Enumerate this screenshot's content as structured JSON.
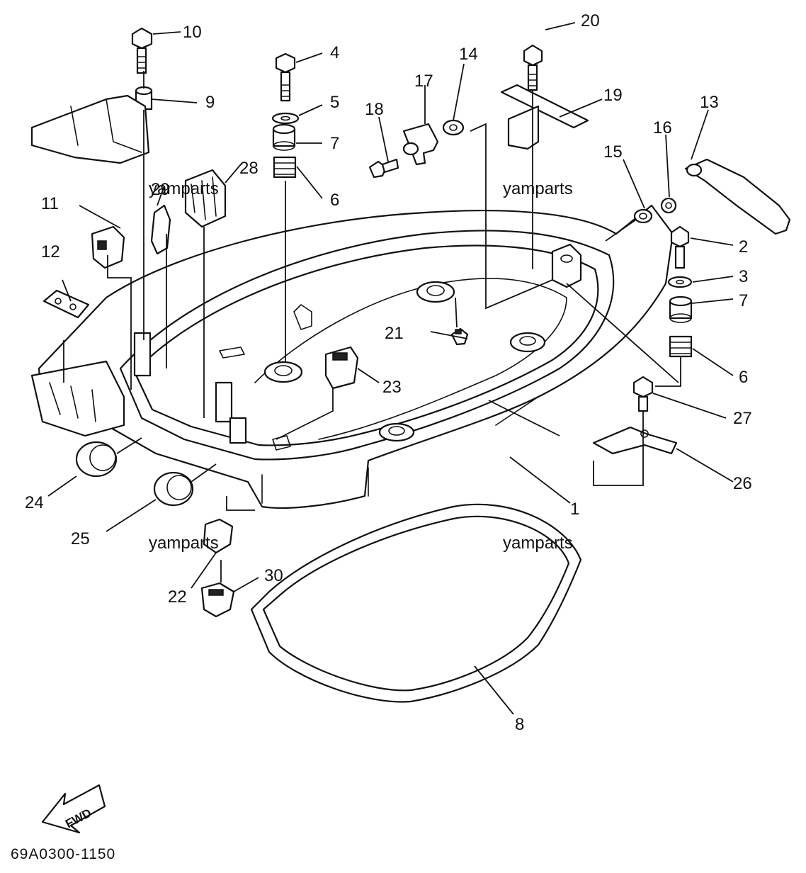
{
  "diagram": {
    "drawing_code": "69A0300-1150",
    "direction_label": "FWD",
    "watermark": "yamparts",
    "callouts": [
      {
        "id": "c1",
        "label": "1"
      },
      {
        "id": "c2",
        "label": "2"
      },
      {
        "id": "c3",
        "label": "3"
      },
      {
        "id": "c4",
        "label": "4"
      },
      {
        "id": "c5",
        "label": "5"
      },
      {
        "id": "c6a",
        "label": "6"
      },
      {
        "id": "c6b",
        "label": "6"
      },
      {
        "id": "c7a",
        "label": "7"
      },
      {
        "id": "c7b",
        "label": "7"
      },
      {
        "id": "c8",
        "label": "8"
      },
      {
        "id": "c9",
        "label": "9"
      },
      {
        "id": "c10",
        "label": "10"
      },
      {
        "id": "c11",
        "label": "11"
      },
      {
        "id": "c12",
        "label": "12"
      },
      {
        "id": "c13",
        "label": "13"
      },
      {
        "id": "c14",
        "label": "14"
      },
      {
        "id": "c15",
        "label": "15"
      },
      {
        "id": "c16",
        "label": "16"
      },
      {
        "id": "c17",
        "label": "17"
      },
      {
        "id": "c18",
        "label": "18"
      },
      {
        "id": "c19",
        "label": "19"
      },
      {
        "id": "c20",
        "label": "20"
      },
      {
        "id": "c21",
        "label": "21"
      },
      {
        "id": "c22",
        "label": "22"
      },
      {
        "id": "c23",
        "label": "23"
      },
      {
        "id": "c24",
        "label": "24"
      },
      {
        "id": "c25",
        "label": "25"
      },
      {
        "id": "c26",
        "label": "26"
      },
      {
        "id": "c27",
        "label": "27"
      },
      {
        "id": "c28",
        "label": "28"
      },
      {
        "id": "c29",
        "label": "29"
      },
      {
        "id": "c30",
        "label": "30"
      }
    ]
  }
}
